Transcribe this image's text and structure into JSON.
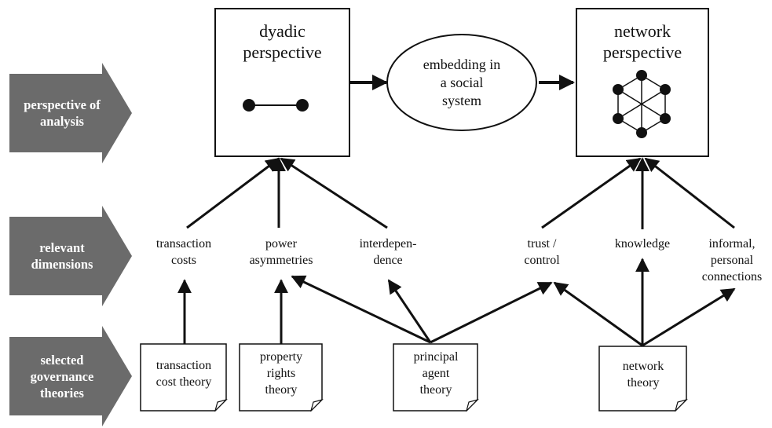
{
  "row_labels": {
    "analysis": "perspective of\nanalysis",
    "dimensions": "relevant\ndimensions",
    "theories": "selected\ngovernance\ntheories"
  },
  "dyadic": {
    "title": "dyadic\nperspective"
  },
  "embedding": {
    "text": "embedding in\na social\nsystem"
  },
  "network": {
    "title": "network\nperspective"
  },
  "dimensions": {
    "transaction_costs": "transaction\ncosts",
    "power_asymmetries": "power\nasymmetries",
    "interdependence": "interdepen-\ndence",
    "trust_control": "trust /\ncontrol",
    "knowledge": "knowledge",
    "informal_connections": "informal,\npersonal\nconnections"
  },
  "theories": {
    "transaction_cost": "transaction\ncost theory",
    "property_rights": "property\nrights\ntheory",
    "principal_agent": "principal\nagent\ntheory",
    "network": "network\ntheory"
  },
  "colors": {
    "arrow_fill": "#6b6b6b",
    "ink": "#111111"
  }
}
